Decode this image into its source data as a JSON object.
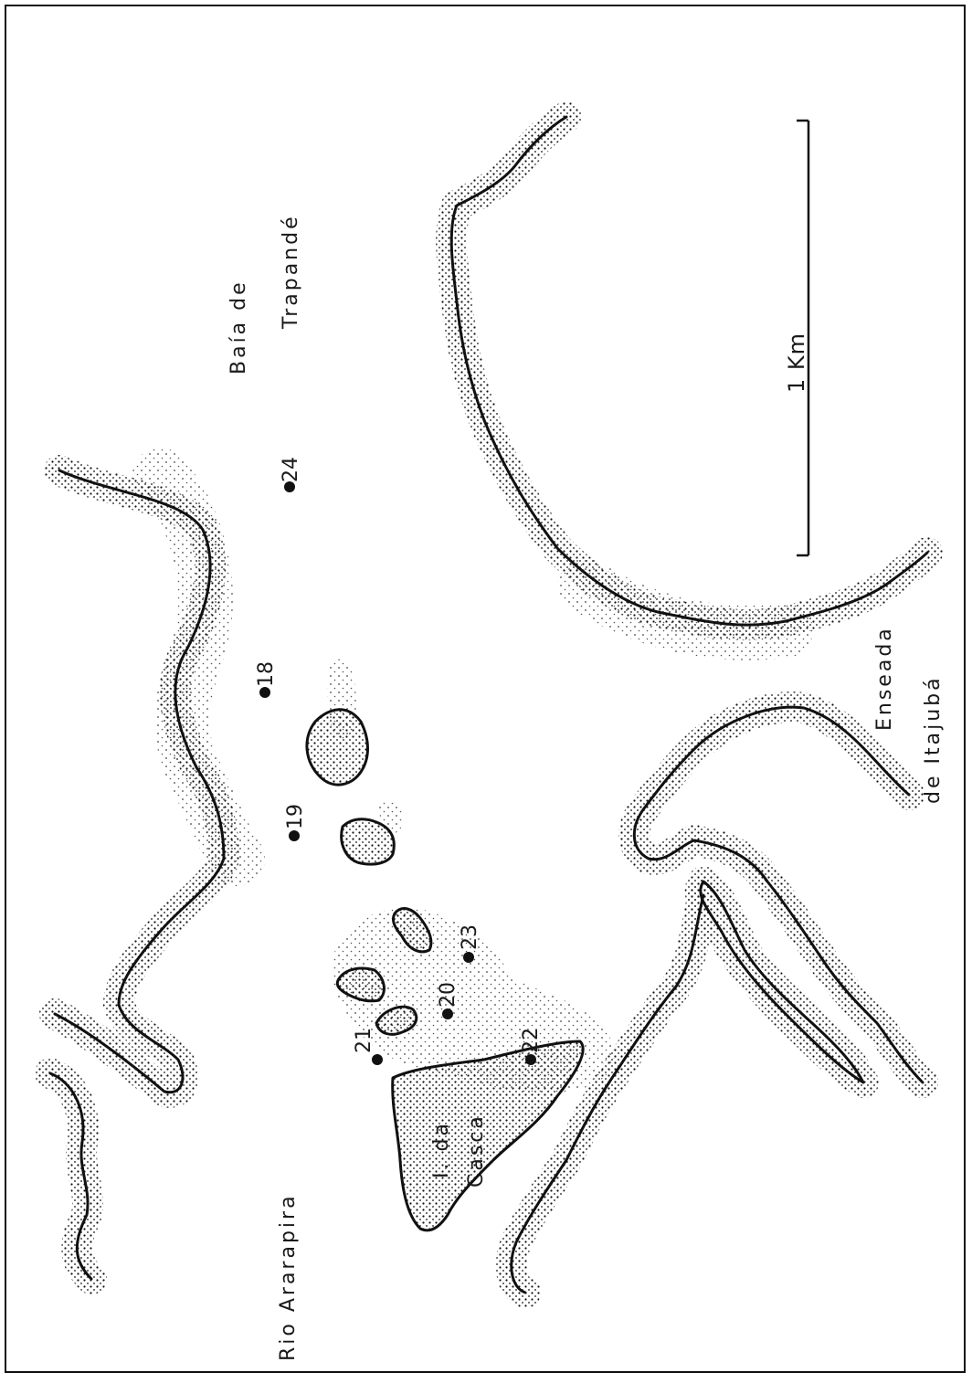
{
  "map": {
    "labels": {
      "baia_line1": "Baía  de",
      "baia_line2": "Trapandé",
      "enseada_line1": "Enseada",
      "enseada_line2": "de  Itajubá",
      "rio": "Rio  Ararapira",
      "ilha_line1": "I. da",
      "ilha_line2": "Casca"
    },
    "scale": {
      "label": "1 Km"
    },
    "stations": [
      {
        "id": "24",
        "label": "24"
      },
      {
        "id": "18",
        "label": "18"
      },
      {
        "id": "19",
        "label": "19"
      },
      {
        "id": "23",
        "label": "23"
      },
      {
        "id": "20",
        "label": "20"
      },
      {
        "id": "22",
        "label": "22"
      },
      {
        "id": "21",
        "label": "21"
      }
    ],
    "colors": {
      "ink": "#111111",
      "paper": "#ffffff"
    }
  }
}
